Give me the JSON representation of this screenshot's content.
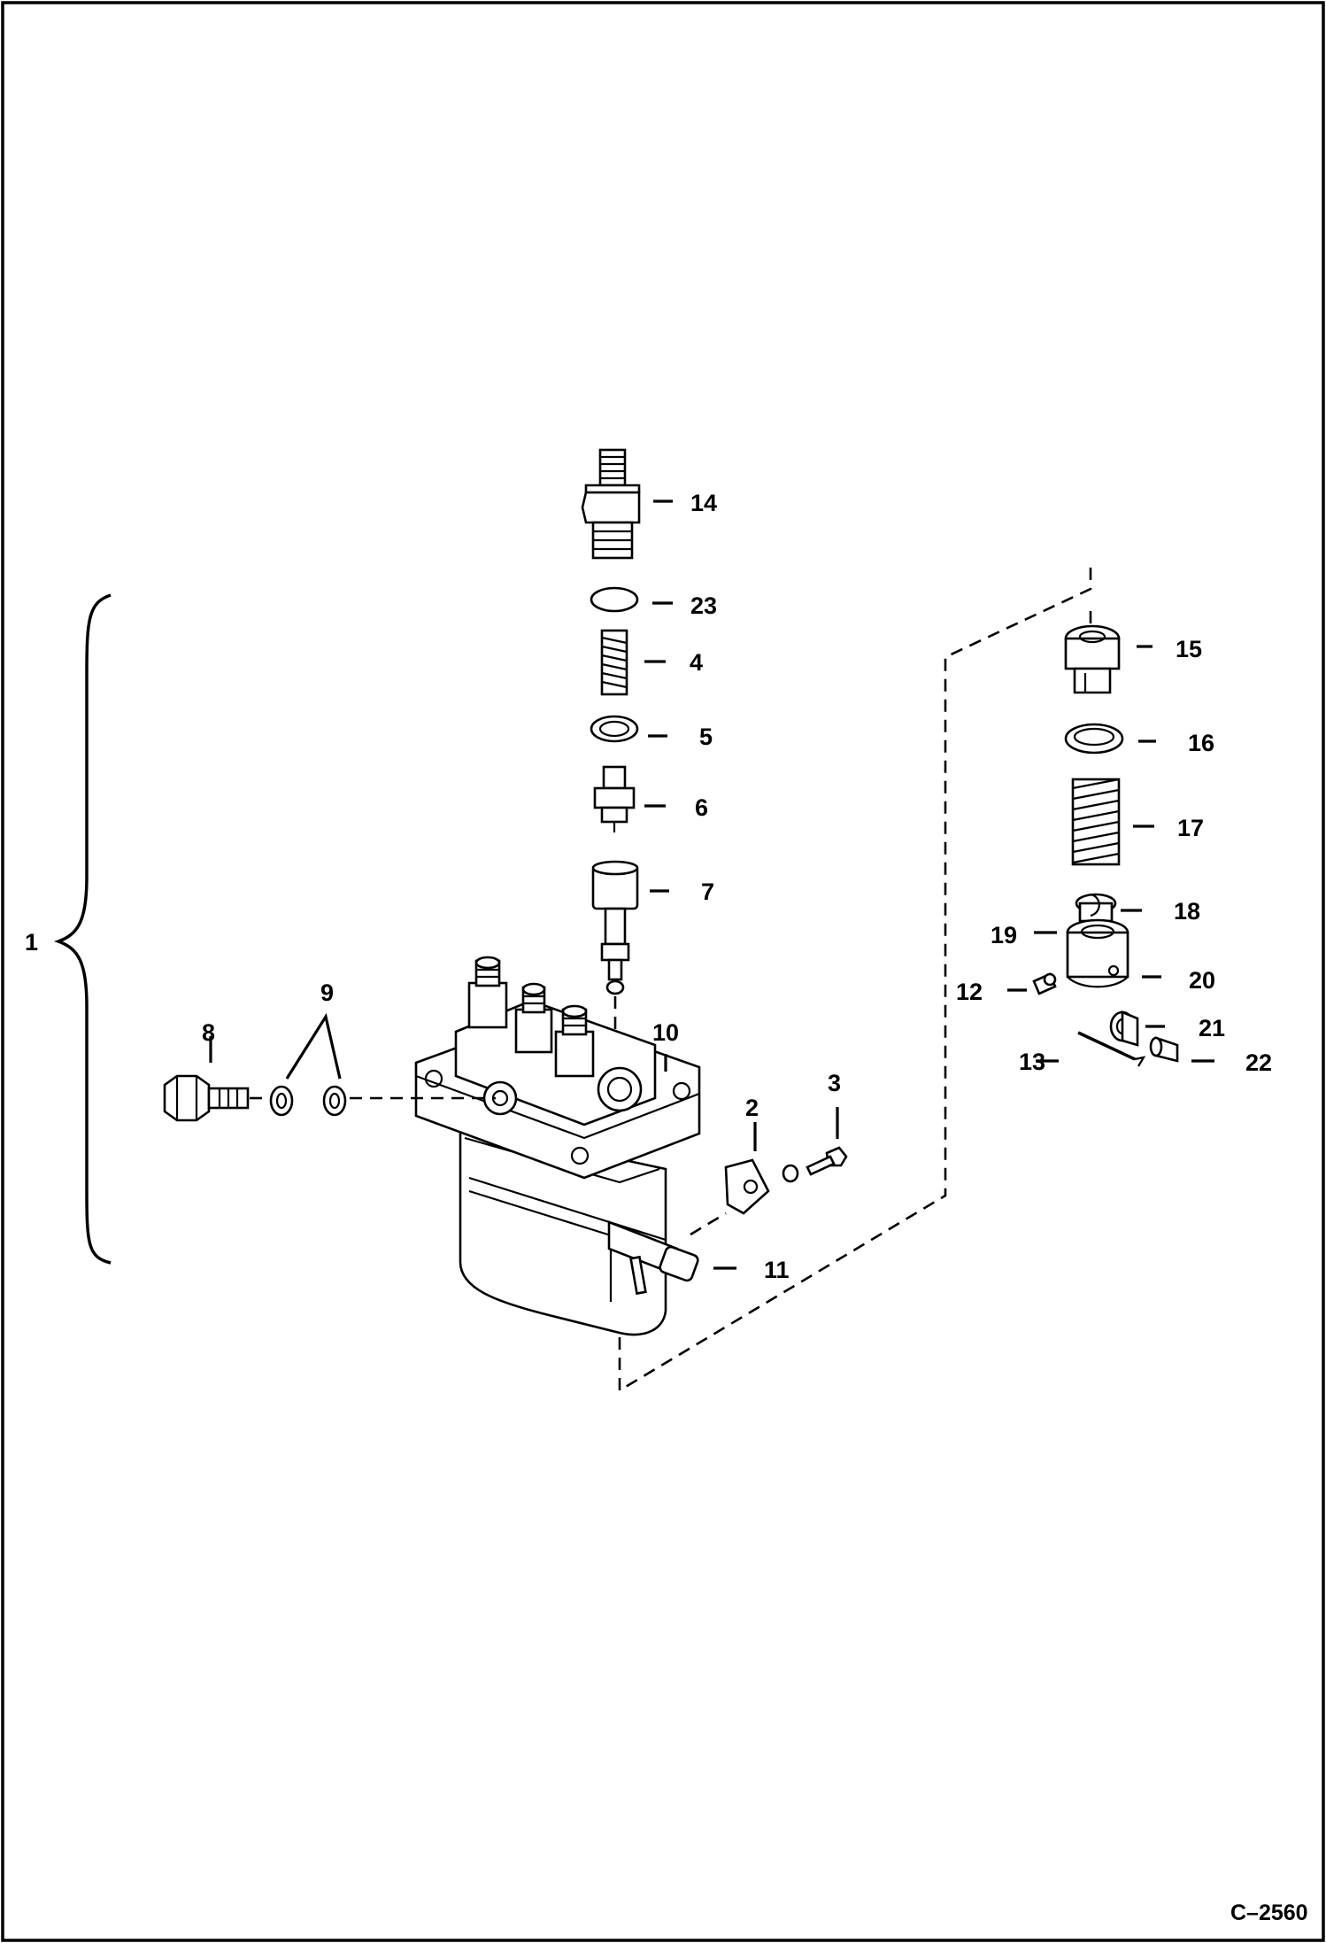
{
  "drawing_id": "C–2560",
  "callouts": {
    "c1": "1",
    "c2": "2",
    "c3": "3",
    "c4": "4",
    "c5": "5",
    "c6": "6",
    "c7": "7",
    "c8": "8",
    "c9": "9",
    "c10": "10",
    "c11": "11",
    "c12": "12",
    "c13": "13",
    "c14": "14",
    "c15": "15",
    "c16": "16",
    "c17": "17",
    "c18": "18",
    "c19": "19",
    "c20": "20",
    "c21": "21",
    "c22": "22",
    "c23": "23"
  }
}
